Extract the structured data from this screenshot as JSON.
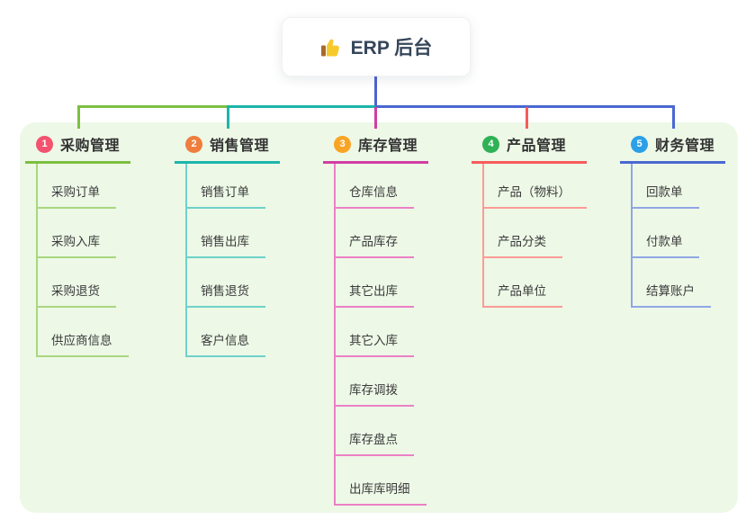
{
  "root": {
    "title": "ERP 后台",
    "icon": "thumbs-up-icon"
  },
  "branches": [
    {
      "badge": "1",
      "title": "采购管理",
      "color": "#7dbf41",
      "color_light": "#a9d77f",
      "badge_color": "#f3536f",
      "items": [
        "采购订单",
        "采购入库",
        "采购退货",
        "供应商信息"
      ]
    },
    {
      "badge": "2",
      "title": "销售管理",
      "color": "#1cb5ab",
      "color_light": "#6ed2c9",
      "badge_color": "#ef7d3d",
      "items": [
        "销售订单",
        "销售出库",
        "销售退货",
        "客户信息"
      ]
    },
    {
      "badge": "3",
      "title": "库存管理",
      "color": "#d13ea3",
      "color_light": "#ec80c6",
      "badge_color": "#f9a425",
      "items": [
        "仓库信息",
        "产品库存",
        "其它出库",
        "其它入库",
        "库存调拨",
        "库存盘点",
        "出库库明细"
      ]
    },
    {
      "badge": "4",
      "title": "产品管理",
      "color": "#f75b5b",
      "color_light": "#fb9b95",
      "badge_color": "#2fb155",
      "items": [
        "产品（物料）",
        "产品分类",
        "产品单位"
      ]
    },
    {
      "badge": "5",
      "title": "财务管理",
      "color": "#4a68d2",
      "color_light": "#91a6e4",
      "badge_color": "#2ba0e8",
      "items": [
        "回款单",
        "付款单",
        "结算账户"
      ]
    }
  ],
  "colors": {
    "panel_bg": "#edf8e7",
    "stem_blue": "#4f63cf"
  }
}
